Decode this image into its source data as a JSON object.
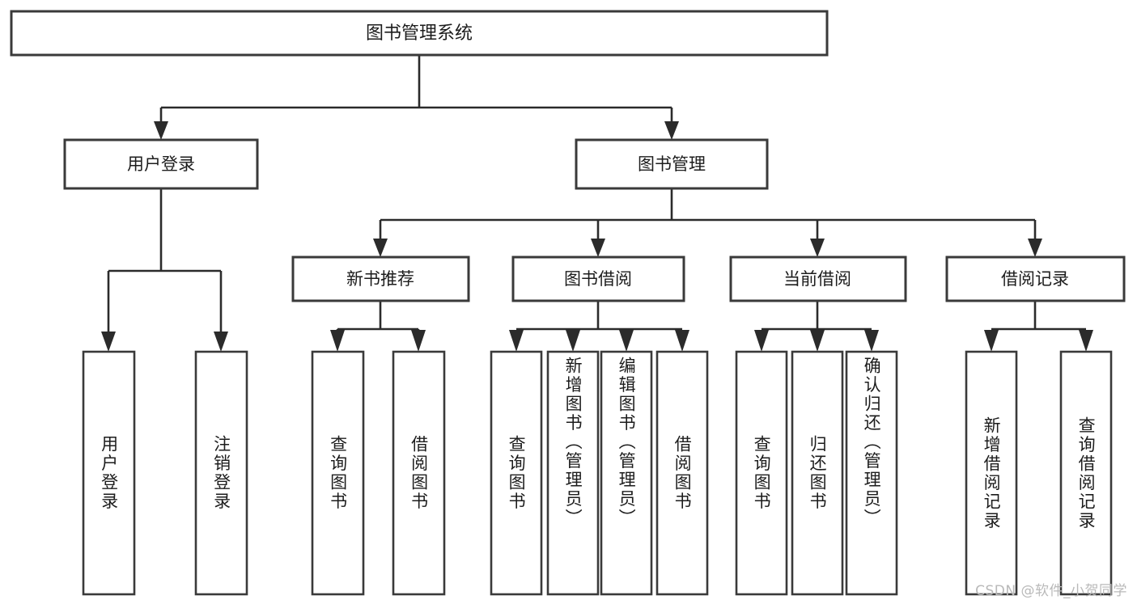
{
  "diagram": {
    "type": "tree-hierarchy",
    "root": {
      "id": "root",
      "label": "图书管理系统"
    },
    "level2": [
      {
        "id": "user-login",
        "label": "用户登录"
      },
      {
        "id": "book-manage",
        "label": "图书管理"
      }
    ],
    "level3": [
      {
        "id": "new-book-recommend",
        "label": "新书推荐",
        "parent": "book-manage"
      },
      {
        "id": "book-borrow",
        "label": "图书借阅",
        "parent": "book-manage"
      },
      {
        "id": "current-borrow",
        "label": "当前借阅",
        "parent": "book-manage"
      },
      {
        "id": "borrow-record",
        "label": "借阅记录",
        "parent": "book-manage"
      }
    ],
    "leaves": {
      "user-login": [
        {
          "id": "leaf-user-login",
          "label": "用户登录"
        },
        {
          "id": "leaf-logout-login",
          "label": "注销登录"
        }
      ],
      "new-book-recommend": [
        {
          "id": "leaf-query-book-1",
          "label": "查询图书"
        },
        {
          "id": "leaf-borrow-book-1",
          "label": "借阅图书"
        }
      ],
      "book-borrow": [
        {
          "id": "leaf-query-book-2",
          "label": "查询图书"
        },
        {
          "id": "leaf-add-book",
          "label": "新增图书（管理员）"
        },
        {
          "id": "leaf-edit-book",
          "label": "编辑图书（管理员）"
        },
        {
          "id": "leaf-borrow-book-2",
          "label": "借阅图书"
        }
      ],
      "current-borrow": [
        {
          "id": "leaf-query-book-3",
          "label": "查询图书"
        },
        {
          "id": "leaf-return-book",
          "label": "归还图书"
        },
        {
          "id": "leaf-confirm-return",
          "label": "确认归还（管理员）"
        }
      ],
      "borrow-record": [
        {
          "id": "leaf-add-record",
          "label": "新增借阅记录"
        },
        {
          "id": "leaf-query-record",
          "label": "查询借阅记录"
        }
      ]
    }
  },
  "colors": {
    "box_stroke": "#3a3a3a",
    "connector": "#2b2b2b",
    "text": "#1c1c1c",
    "background": "#ffffff",
    "watermark": "#b9b9b9"
  },
  "watermark": {
    "text": "CSDN @软件_小贺同学"
  }
}
